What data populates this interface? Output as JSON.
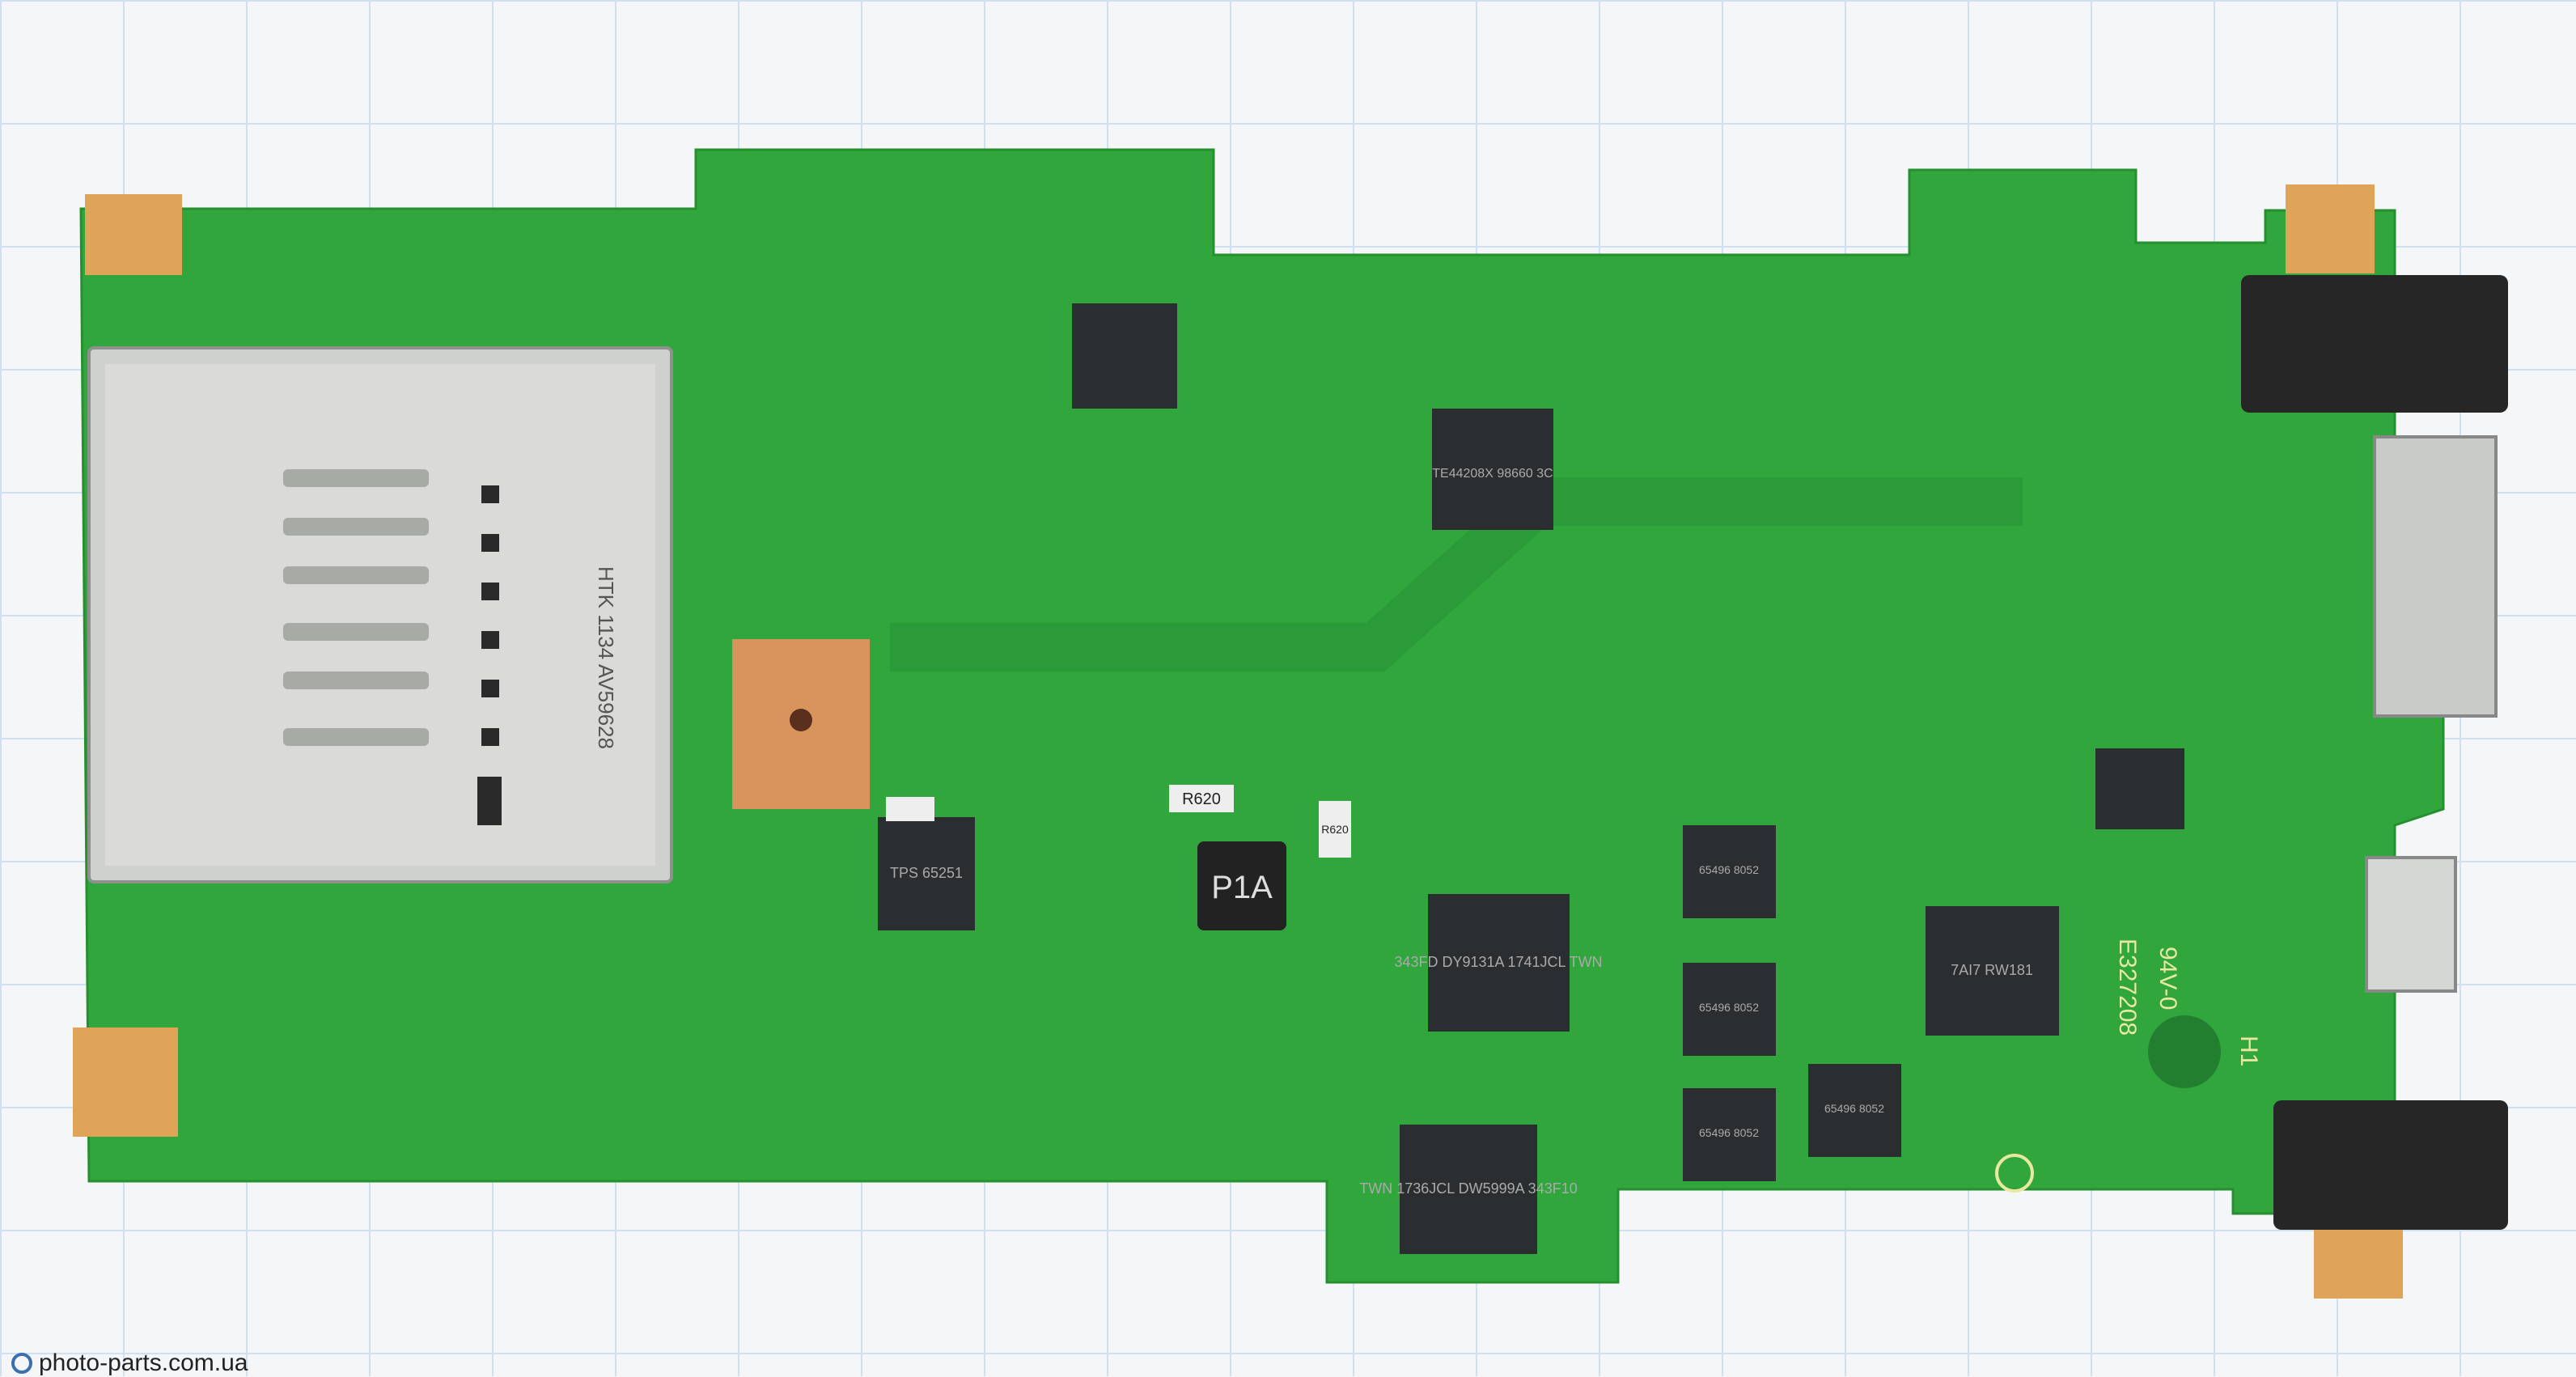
{
  "watermark": {
    "text": "photo-parts.com.ua",
    "icon": "camera-icon"
  },
  "markings": {
    "card_slot_label": "HTK 1134 AV59628",
    "main_chip": "343FD DY9131A 1741JCL TWN",
    "main_chip_2": "TWN 1736JCL DW5999A 343F10",
    "pmic_label": "TPS 65251",
    "inductor": "P1A",
    "res_1": "R620",
    "res_2": "R620",
    "chip_65496_a": "65496 8052",
    "chip_65496_b": "65496 8052",
    "chip_65496_c": "65496 8052",
    "chip_65496_d": "65496 8052",
    "chip_7a17": "7AI7 RW181",
    "chip_te": "TE44208X 98660 3C",
    "board_code_1": "E327208",
    "board_code_2": "94V-0",
    "board_code_3": "H1"
  },
  "colors": {
    "pcb": "#2fa53c",
    "pcb_dark": "#238a31",
    "gold": "#e0a458",
    "chip": "#2b2e30",
    "metal": "#c9cbc8"
  }
}
